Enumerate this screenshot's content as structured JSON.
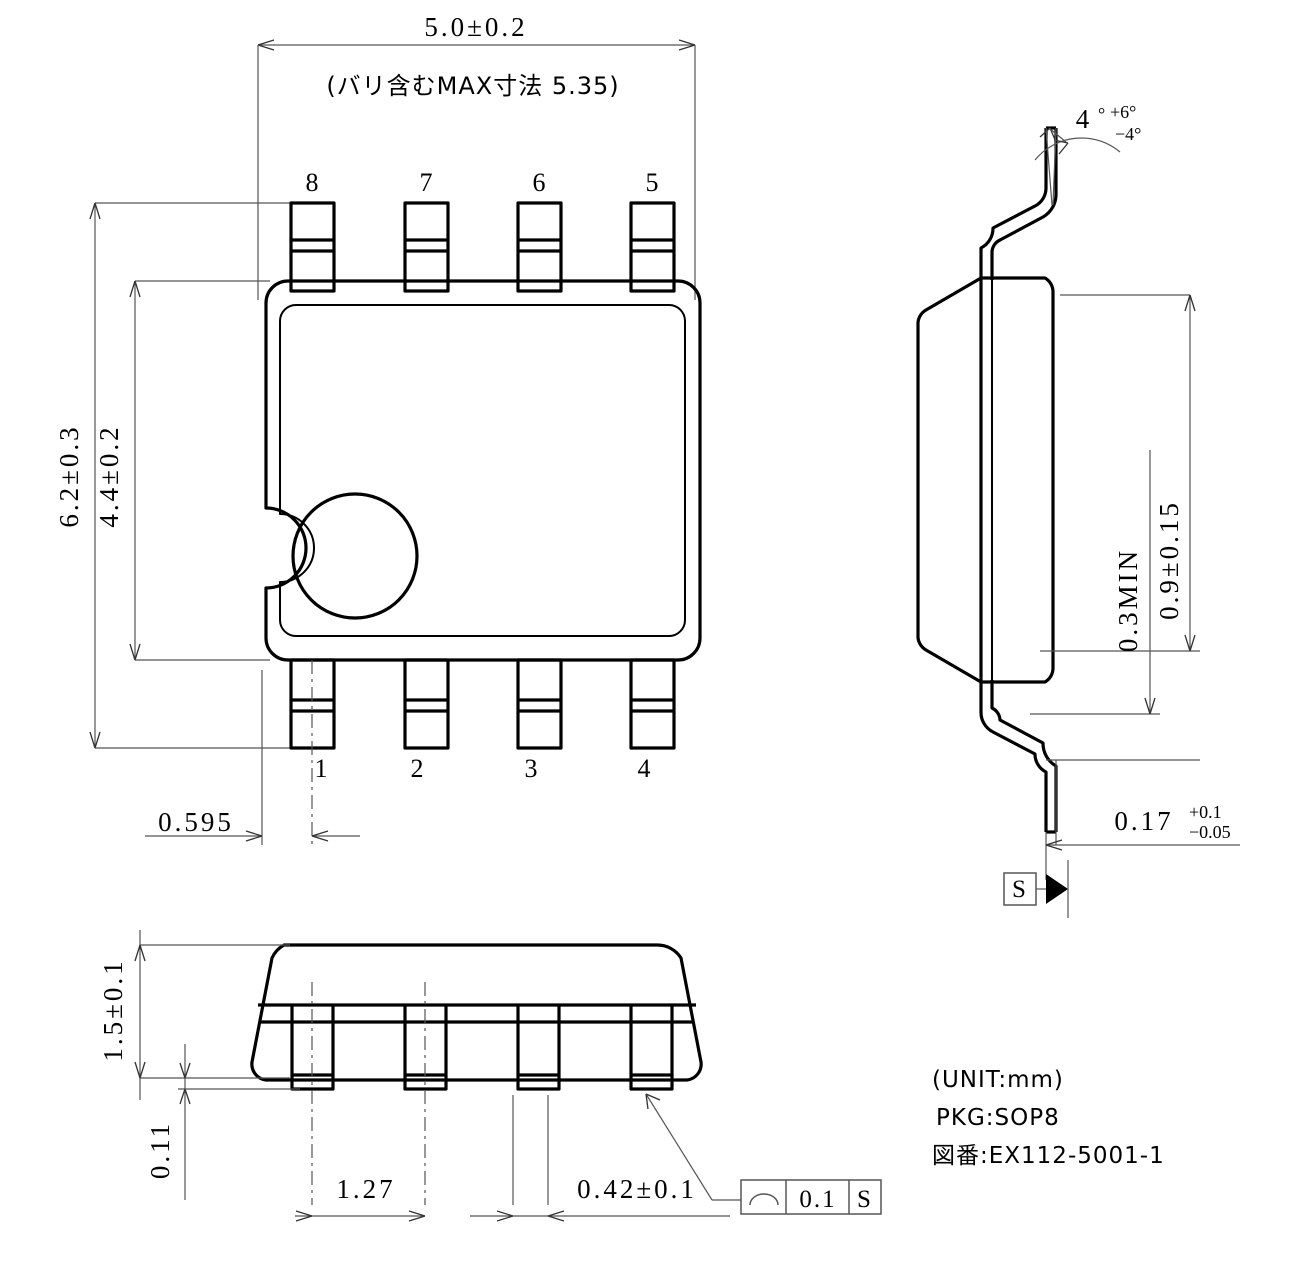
{
  "drawing": {
    "title_block": {
      "unit": "(UNIT:mm)",
      "package": "PKG:SOP8",
      "drawing_no": "図番:EX112-5001-1"
    },
    "top_view": {
      "width_dim": "5.0±0.2",
      "width_note": "(バリ含むMAX寸法 5.35)",
      "height_overall_dim": "6.2±0.3",
      "height_body_dim": "4.4±0.2",
      "lead_offset_dim": "0.595",
      "pin_numbers_top": [
        "8",
        "7",
        "6",
        "5"
      ],
      "pin_numbers_bottom": [
        "1",
        "2",
        "3",
        "4"
      ]
    },
    "side_view": {
      "angle_value": "4",
      "angle_unit": "°",
      "angle_plus": "+6°",
      "angle_minus": "−4°",
      "standoff_dim": "0.3MIN",
      "body_height_dim": "0.9±0.15",
      "lead_thickness_value": "0.17",
      "lead_thickness_plus": "+0.1",
      "lead_thickness_minus": "−0.05",
      "datum_label": "S"
    },
    "front_view": {
      "body_height_dim": "1.5±0.1",
      "seating_dim": "0.11",
      "pitch_dim": "1.27",
      "lead_width_dim": "0.42±0.1",
      "gdt": {
        "symbol": "profile-of-a-line",
        "tolerance": "0.1",
        "datum": "S"
      }
    }
  },
  "colors": {
    "outline": "#000000",
    "dimension": "#555555",
    "background": "#ffffff"
  }
}
